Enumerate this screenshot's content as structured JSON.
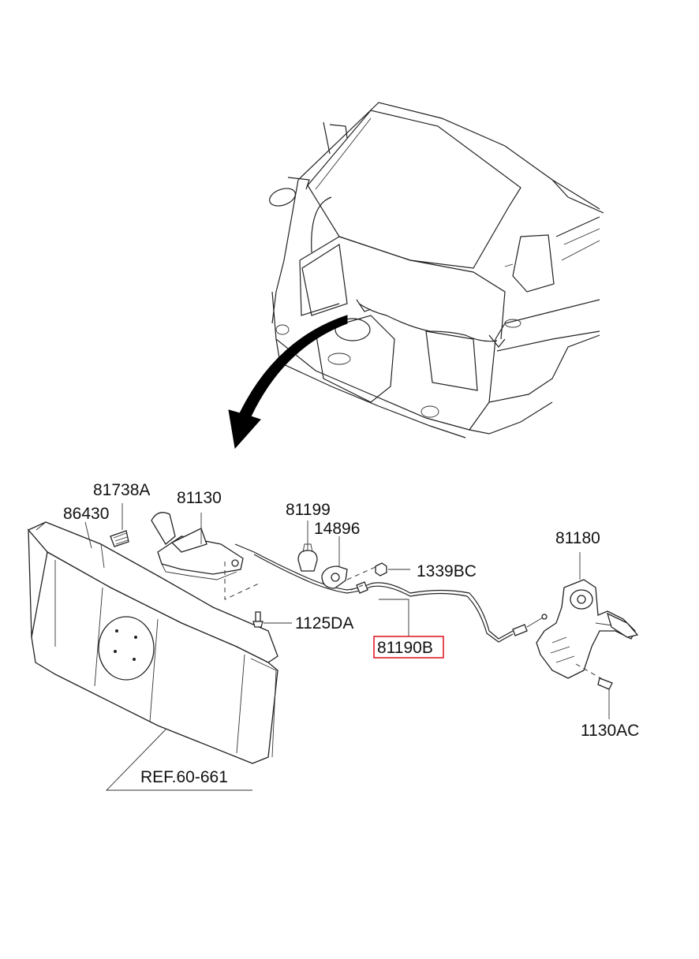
{
  "diagram": {
    "labels": {
      "p81738A": "81738A",
      "p86430": "86430",
      "p81130": "81130",
      "p81199": "81199",
      "p14896": "14896",
      "p1339BC": "1339BC",
      "p1125DA": "1125DA",
      "p81190B": "81190B",
      "p81180": "81180",
      "p1130AC": "1130AC",
      "ref": "REF.60-661"
    },
    "highlight": {
      "part": "81190B",
      "color": "#e0202a"
    },
    "colors": {
      "line": "#222222",
      "arrow": "#000000",
      "background": "#ffffff"
    }
  }
}
